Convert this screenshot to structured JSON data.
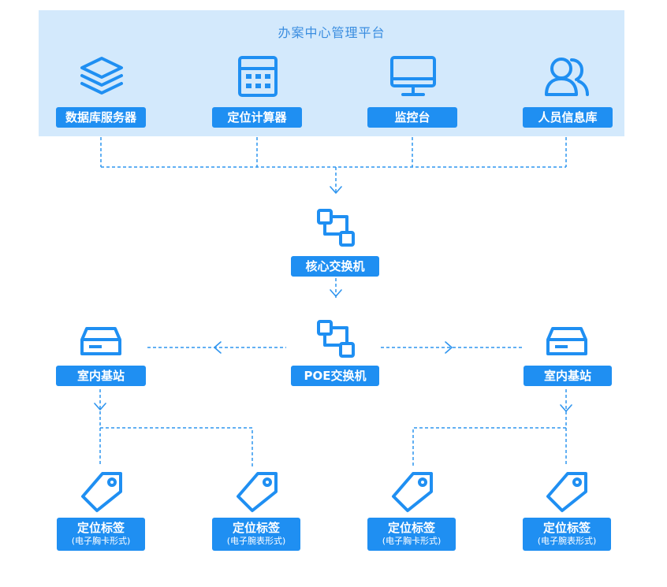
{
  "colors": {
    "primary": "#1f8ff2",
    "panel_bg": "#d3e9fc",
    "line": "#2f95ef"
  },
  "platform": {
    "title": "办案中心管理平台",
    "nodes": [
      {
        "label": "数据库服务器",
        "icon": "database-stack-icon"
      },
      {
        "label": "定位计算器",
        "icon": "calculator-icon"
      },
      {
        "label": "监控台",
        "icon": "monitor-icon"
      },
      {
        "label": "人员信息库",
        "icon": "users-icon"
      }
    ]
  },
  "core_switch": {
    "label": "核心交换机",
    "icon": "switch-icon"
  },
  "poe_switch": {
    "label": "POE交换机",
    "icon": "switch-icon"
  },
  "base_stations": [
    {
      "label": "室内基站",
      "icon": "router-icon"
    },
    {
      "label": "室内基站",
      "icon": "router-icon"
    }
  ],
  "tags": [
    {
      "label": "定位标签",
      "sub": "(电子胸卡形式)",
      "icon": "tag-icon"
    },
    {
      "label": "定位标签",
      "sub": "(电子腕表形式)",
      "icon": "tag-icon"
    },
    {
      "label": "定位标签",
      "sub": "(电子胸卡形式)",
      "icon": "tag-icon"
    },
    {
      "label": "定位标签",
      "sub": "(电子腕表形式)",
      "icon": "tag-icon"
    }
  ]
}
